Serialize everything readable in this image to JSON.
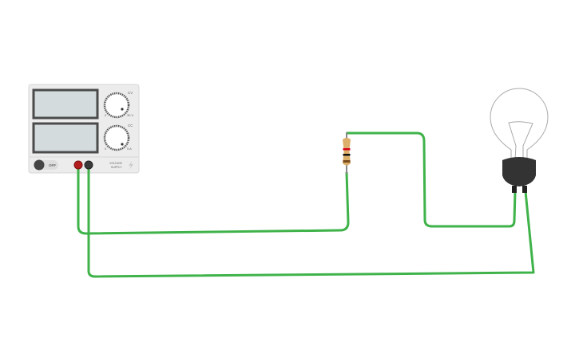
{
  "power_supply": {
    "cv_label": "CV",
    "cc_label": "CC",
    "voltage_min": "0",
    "voltage_max": "30 V",
    "current_min": "0",
    "current_max": "5 A",
    "switch_label": "OFF",
    "brand_line1": "VOLTAGE",
    "brand_line2": "SUPPLY"
  },
  "colors": {
    "wire": "#3fb34a",
    "positive_terminal": "#b31d1d",
    "negative_terminal": "#3a3a3a",
    "resistor_body": "#dcb06a",
    "bulb_base": "#333333"
  },
  "resistor": {
    "bands": [
      "#d9001b",
      "#111111",
      "#7a4a1a"
    ]
  }
}
